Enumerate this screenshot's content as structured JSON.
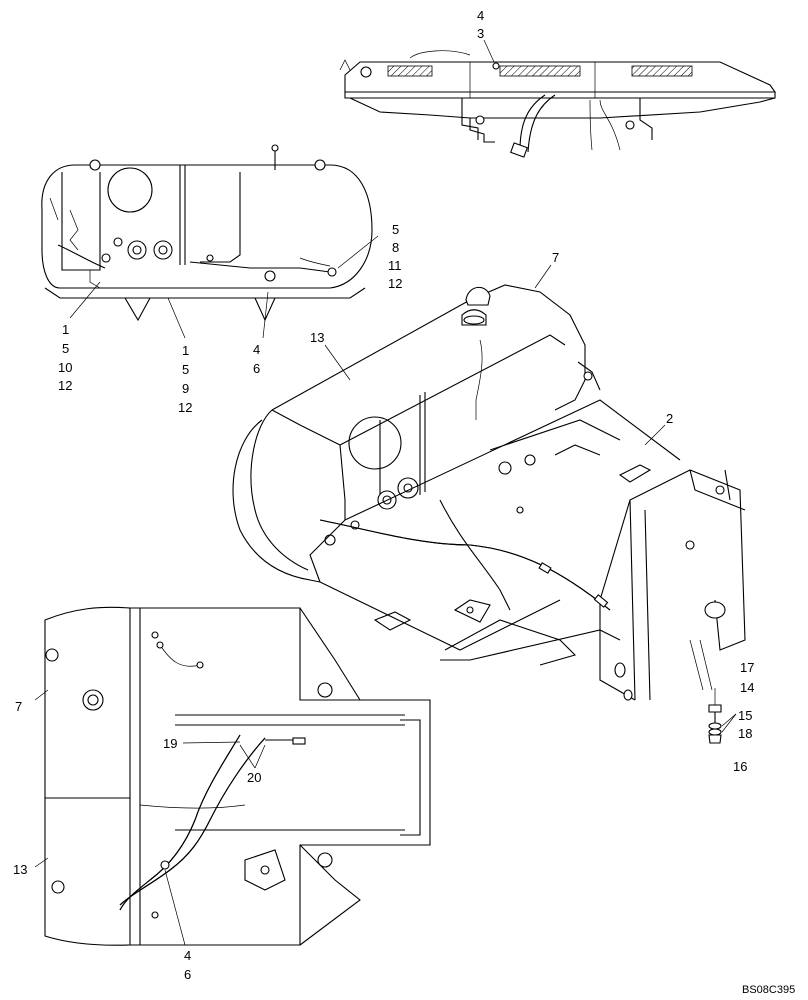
{
  "diagram": {
    "drawing_code": "BS08C395",
    "callouts": {
      "top_4": "4",
      "top_3": "3",
      "ml_5": "5",
      "ml_8": "8",
      "ml_11": "11",
      "ml_12": "12",
      "ml_1a": "1",
      "ml_5a": "5",
      "ml_10": "10",
      "ml_12a": "12",
      "ml_1b": "1",
      "ml_5b": "5",
      "ml_9": "9",
      "ml_12b": "12",
      "ml_4": "4",
      "ml_6": "6",
      "main_7": "7",
      "main_13": "13",
      "main_2": "2",
      "hw_17": "17",
      "hw_14": "14",
      "hw_15": "15",
      "hw_18": "18",
      "hw_16": "16",
      "bl_7": "7",
      "bl_19": "19",
      "bl_20": "20",
      "bl_13": "13",
      "bl_4": "4",
      "bl_6": "6"
    }
  }
}
